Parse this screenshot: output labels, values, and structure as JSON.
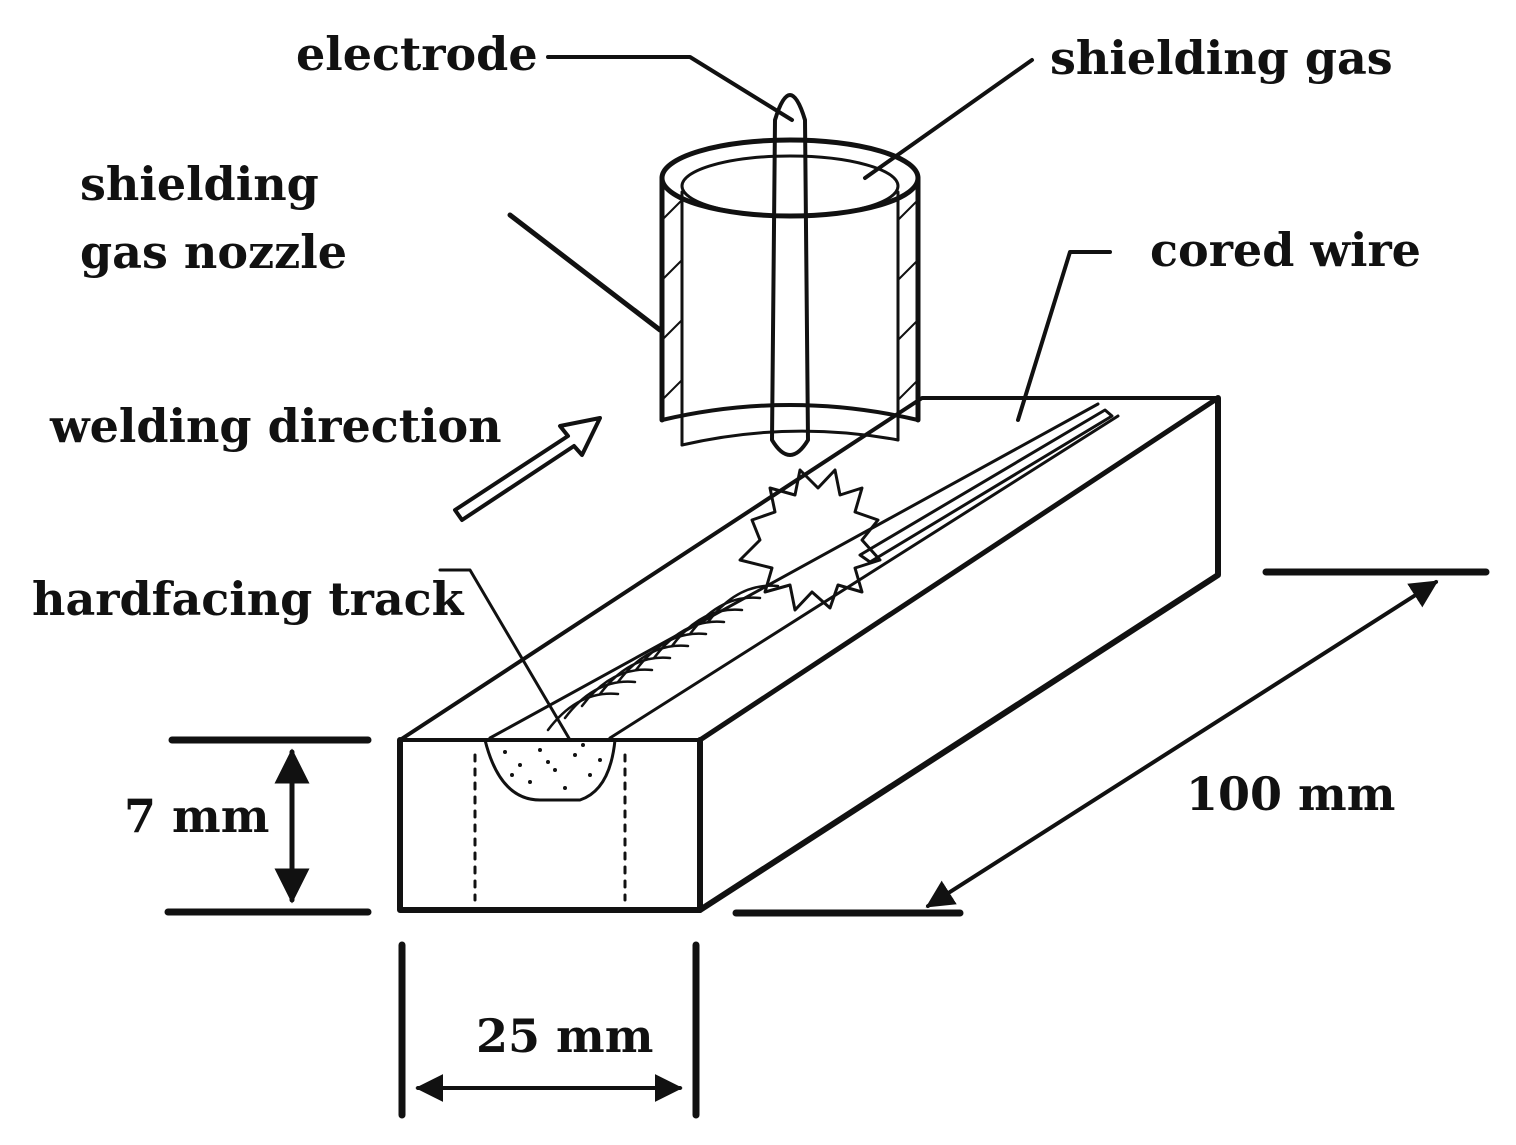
{
  "labels": {
    "electrode": "electrode",
    "shielding_gas": "shielding gas",
    "shielding_gas_nozzle_line1": "shielding",
    "shielding_gas_nozzle_line2": "gas nozzle",
    "cored_wire": "cored wire",
    "welding_direction": "welding direction",
    "hardfacing_track": "hardfacing track",
    "height_dim": "7 mm",
    "width_dim": "25 mm",
    "length_dim": "100 mm"
  },
  "colors": {
    "line": "#111111",
    "background": "#ffffff"
  }
}
